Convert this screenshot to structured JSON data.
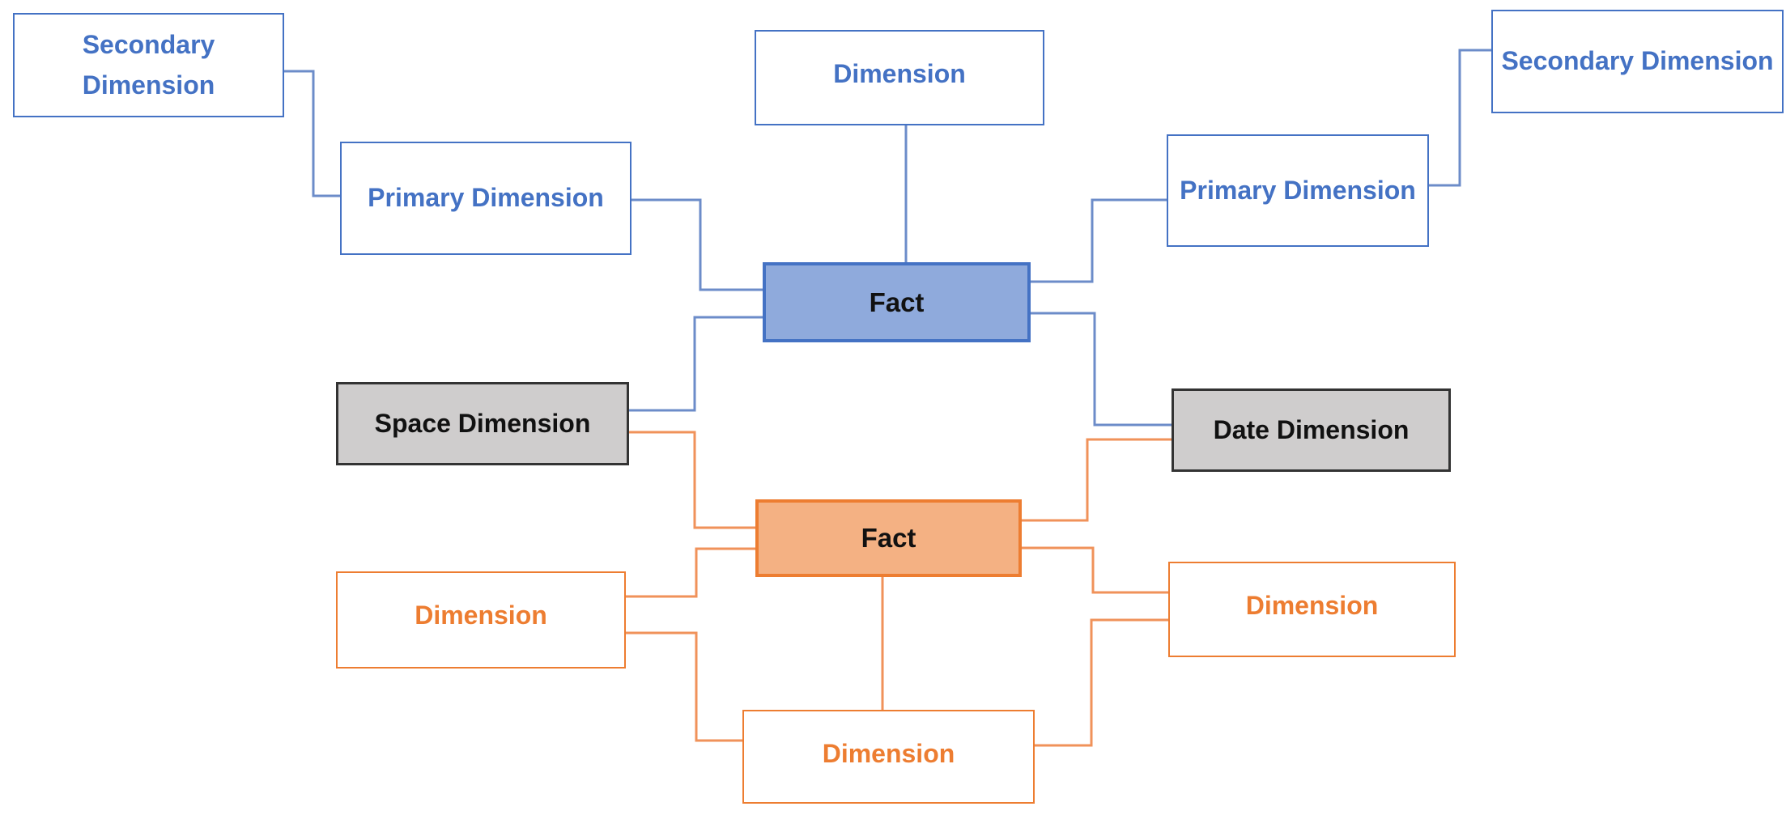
{
  "diagram": {
    "nodes": {
      "secondary_dimension_left": {
        "label": "Secondary Dimension"
      },
      "primary_dimension_left": {
        "label": "Primary Dimension"
      },
      "dimension_top": {
        "label": "Dimension"
      },
      "primary_dimension_right": {
        "label": "Primary Dimension"
      },
      "secondary_dimension_right": {
        "label": "Secondary Dimension"
      },
      "fact_blue": {
        "label": "Fact"
      },
      "space_dimension": {
        "label": "Space Dimension"
      },
      "date_dimension": {
        "label": "Date Dimension"
      },
      "fact_orange": {
        "label": "Fact"
      },
      "dimension_left": {
        "label": "Dimension"
      },
      "dimension_right": {
        "label": "Dimension"
      },
      "dimension_bottom": {
        "label": "Dimension"
      }
    },
    "colors": {
      "blue_text": "#4472C4",
      "blue_border": "#4472C4",
      "blue_fill": "#8FAADC",
      "blue_line": "#6C8CC9",
      "orange_text": "#ED7D31",
      "orange_border": "#ED7D31",
      "orange_fill": "#F4B183",
      "orange_line": "#F0925A",
      "gray_fill": "#CFCDCD",
      "gray_border": "#333333",
      "black_text": "#111111",
      "background": "#FFFFFF"
    },
    "connections": [
      {
        "from": "secondary_dimension_left",
        "to": "primary_dimension_left",
        "color": "blue"
      },
      {
        "from": "primary_dimension_left",
        "to": "fact_blue",
        "color": "blue"
      },
      {
        "from": "dimension_top",
        "to": "fact_blue",
        "color": "blue"
      },
      {
        "from": "fact_blue",
        "to": "space_dimension",
        "color": "blue"
      },
      {
        "from": "fact_blue",
        "to": "primary_dimension_right",
        "color": "blue"
      },
      {
        "from": "primary_dimension_right",
        "to": "secondary_dimension_right",
        "color": "blue"
      },
      {
        "from": "fact_blue",
        "to": "date_dimension",
        "color": "blue"
      },
      {
        "from": "space_dimension",
        "to": "fact_orange",
        "color": "orange"
      },
      {
        "from": "date_dimension",
        "to": "fact_orange",
        "color": "orange"
      },
      {
        "from": "fact_orange",
        "to": "dimension_left",
        "color": "orange"
      },
      {
        "from": "fact_orange",
        "to": "dimension_right",
        "color": "orange"
      },
      {
        "from": "fact_orange",
        "to": "dimension_bottom",
        "color": "orange"
      },
      {
        "from": "dimension_left",
        "to": "dimension_bottom",
        "color": "orange"
      },
      {
        "from": "dimension_right",
        "to": "dimension_bottom",
        "color": "orange"
      }
    ]
  }
}
